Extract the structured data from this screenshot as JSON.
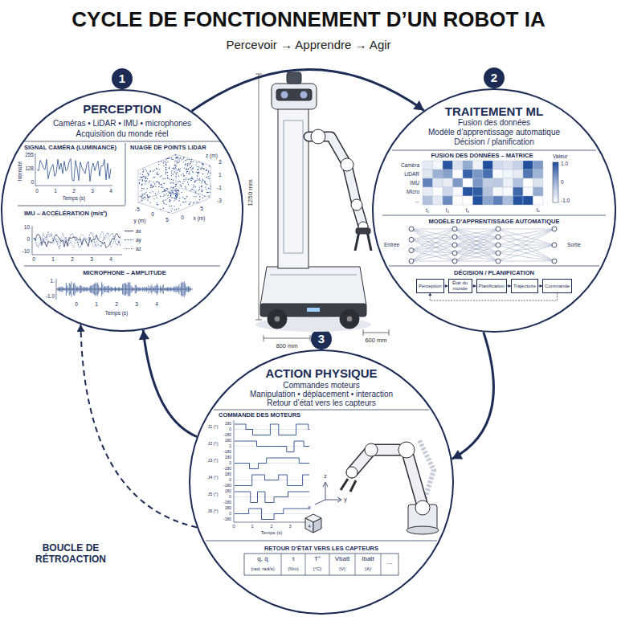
{
  "diagram": {
    "title": "CYCLE DE FONCTIONNEMENT D’UN ROBOT IA",
    "nodes": [
      {
        "text": [
          "1",
          "PERCEPTION",
          "Caméras • LiDAR • IMU • microphones",
          "Acquisition du monde réel"
        ]
      },
      {
        "text": [
          "2",
          "TRAITEMENT ML",
          "Fusion des données",
          "Modèle d’apprentissage automatique",
          "Décision / planification"
        ]
      },
      {
        "text": [
          "3",
          "ACTION PHYSIQUE",
          "Commandes moteurs",
          "Manipulation • déplacement • interaction",
          "Retour d’état vers les capteurs"
        ]
      },
      {
        "text": [
          "Perception"
        ],
        "in": 1
      },
      {
        "text": [
          "État du monde"
        ],
        "in": 1
      },
      {
        "text": [
          "Planification"
        ],
        "in": 1
      },
      {
        "text": [
          "Trajectoire"
        ],
        "in": 1
      },
      {
        "text": [
          "Commande"
        ],
        "in": 1
      }
    ],
    "edges": [
      {
        "from": 0,
        "to": 1,
        "arrow": "to"
      },
      {
        "from": 1,
        "to": 2,
        "arrow": "to"
      },
      {
        "from": 2,
        "to": 0,
        "arrow": "to"
      },
      {
        "from": 2,
        "to": 0,
        "arrow": "to"
      },
      {
        "from": 3,
        "to": 4,
        "arrow": "to"
      },
      {
        "from": 4,
        "to": 5,
        "arrow": "to"
      },
      {
        "from": 5,
        "to": 6,
        "arrow": "to"
      },
      {
        "from": 6,
        "to": 7,
        "arrow": "to"
      },
      {
        "from": 7,
        "to": 3,
        "arrow": "to"
      }
    ],
    "labels": [
      "Percevoir → Apprendre → Agir",
      "SIGNAL CAMÉRA (LUMINANCE)",
      "255",
      "128",
      "0",
      "Intensité",
      "0",
      "1",
      "2",
      "3",
      "4",
      "Temps (s)",
      "NUAGE DE POINTS LiDAR",
      "z (m)",
      "3",
      "1",
      "-1",
      "-3",
      "-5",
      "0",
      "5",
      "y (m)",
      "0",
      "5",
      "x (m)",
      "IMU – ACCÉLÉRATION (m/s²)",
      "10",
      "0",
      "-10",
      "0",
      "1",
      "2",
      "3",
      "4",
      "MICROPHONE – AMPLITUDE",
      "1.",
      "-1.0",
      "0",
      "1",
      "2",
      "3",
      "4",
      "Temps (s)",
      "FUSION DES DONNÉES – MATRICE",
      "Caméra",
      "LiDAR",
      "IMU",
      "Micro",
      "...",
      "t₁",
      "t₂",
      "t₃",
      "tₙ",
      "Valeur",
      "1.0",
      "0",
      "-1.0",
      "MODÈLE D’APPRENTISSAGE AUTOMATIQUE",
      "Entrée",
      "Sortie",
      "DÉCISION / PLANIFICATION",
      "COMMANDE DES MOTEURS",
      "J1 (°)",
      "180",
      "0",
      "-180",
      "J2 (°)",
      "180",
      "0",
      "-180",
      "J3 (°)",
      "180",
      "0",
      "-180",
      "J4 (°)",
      "180",
      "0",
      "-180",
      "J5 (°)",
      "180",
      "0",
      "-180",
      "J6 (°)",
      "180",
      "0",
      "-180",
      "0",
      "1",
      "2",
      "3",
      "4",
      "Temps (s)",
      "z",
      "x",
      "y",
      "RETOUR D’ÉTAT VERS LES CAPTEURS",
      "q, q̇",
      "(rad, rad/s)",
      "τ",
      "(Nm)",
      "T°",
      "(°C)",
      "Vbatt",
      "(V)",
      "Ibatt",
      "(A)",
      "...",
      "1250 mm",
      "800 mm",
      "600 mm",
      "BOUCLE DE RÉTROACTION"
    ],
    "legend": [
      {
        "text": "ax"
      },
      {
        "text": "ay"
      },
      {
        "text": "az"
      }
    ]
  }
}
